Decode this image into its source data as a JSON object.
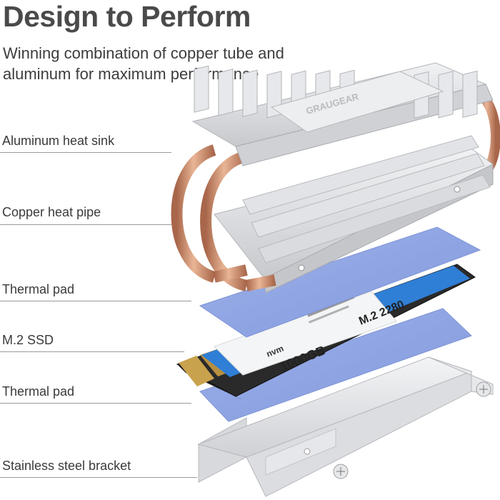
{
  "heading": {
    "title": "Design to Perform",
    "subtitle": "Winning combination of copper tube and aluminum for maximum performance"
  },
  "components": [
    {
      "label": "Aluminum heat sink"
    },
    {
      "label": "Copper heat pipe"
    },
    {
      "label": "Thermal pad"
    },
    {
      "label": "M.2 SSD"
    },
    {
      "label": "Thermal pad"
    },
    {
      "label": "Stainless steel bracket"
    }
  ],
  "product": {
    "heatsink_brand": "GRAUGEAR",
    "ssd_model": "M.2 2280",
    "ssd_brand": "nvm",
    "ssd_capacity": "1000GB"
  },
  "colors": {
    "heading_text": "#4a4a4a",
    "aluminum": "#d9dadd",
    "copper": "#c98a66",
    "thermal_pad": "#8fa4e2",
    "pcb": "#2b2b2b",
    "ssd_label_blue": "#2f7fd6",
    "bracket": "#e6e7ea"
  }
}
